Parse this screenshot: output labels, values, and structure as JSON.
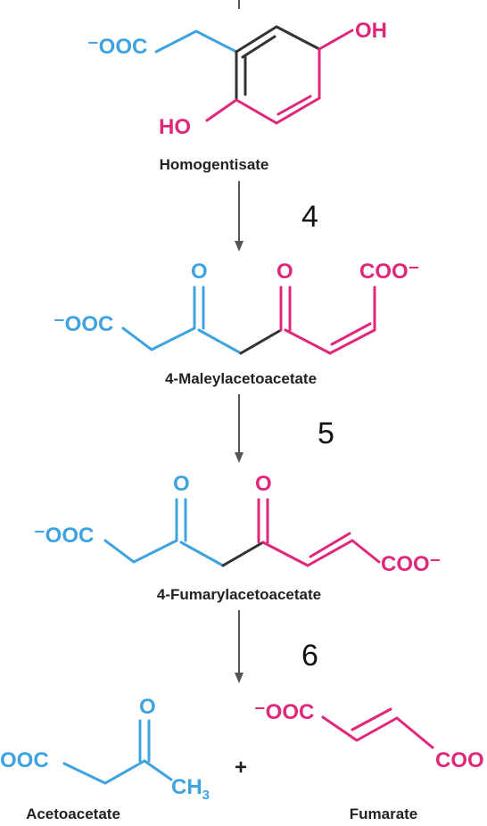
{
  "colors": {
    "blue": "#3fa3e0",
    "pink": "#e0287a",
    "dark": "#333333"
  },
  "compounds": {
    "homogentisate": {
      "name": "Homogentisate",
      "carboxylate": "⁻OOC",
      "oh_top": "OH",
      "oh_bottom": "HO"
    },
    "maleylacetoacetate": {
      "name": "4-Maleylacetoacetate",
      "carboxylate_left": "⁻OOC",
      "carbonyl_1": "O",
      "carbonyl_2": "O",
      "carboxylate_right": "COO⁻"
    },
    "fumarylacetoacetate": {
      "name": "4-Fumarylacetoacetate",
      "carboxylate_left": "⁻OOC",
      "carbonyl_1": "O",
      "carbonyl_2": "O",
      "carboxylate_right": "COO⁻"
    },
    "acetoacetate": {
      "name": "Acetoacetate",
      "carboxylate": "OOC",
      "carbonyl": "O",
      "methyl": "CH",
      "methyl_sub": "3"
    },
    "fumarate": {
      "name": "Fumarate",
      "carboxylate_left": "⁻OOC",
      "carboxylate_right": "COO"
    },
    "plus": "+"
  },
  "steps": [
    "4",
    "5",
    "6"
  ]
}
